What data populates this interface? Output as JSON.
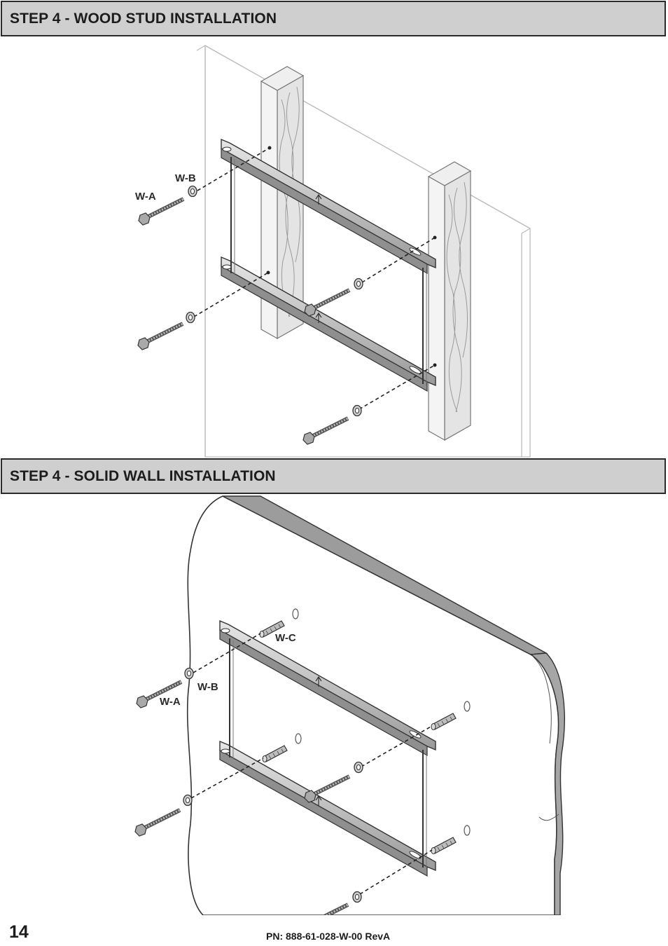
{
  "sections": [
    {
      "title": "STEP 4 - WOOD STUD INSTALLATION",
      "callouts": {
        "lag_bolt": "W-A",
        "washer": "W-B"
      }
    },
    {
      "title": "STEP 4 - SOLID WALL INSTALLATION",
      "callouts": {
        "lag_bolt": "W-A",
        "washer": "W-B",
        "anchor": "W-C"
      }
    }
  ],
  "footer": {
    "page_number": "14",
    "part_number": "PN: 888-61-028-W-00 RevA"
  }
}
